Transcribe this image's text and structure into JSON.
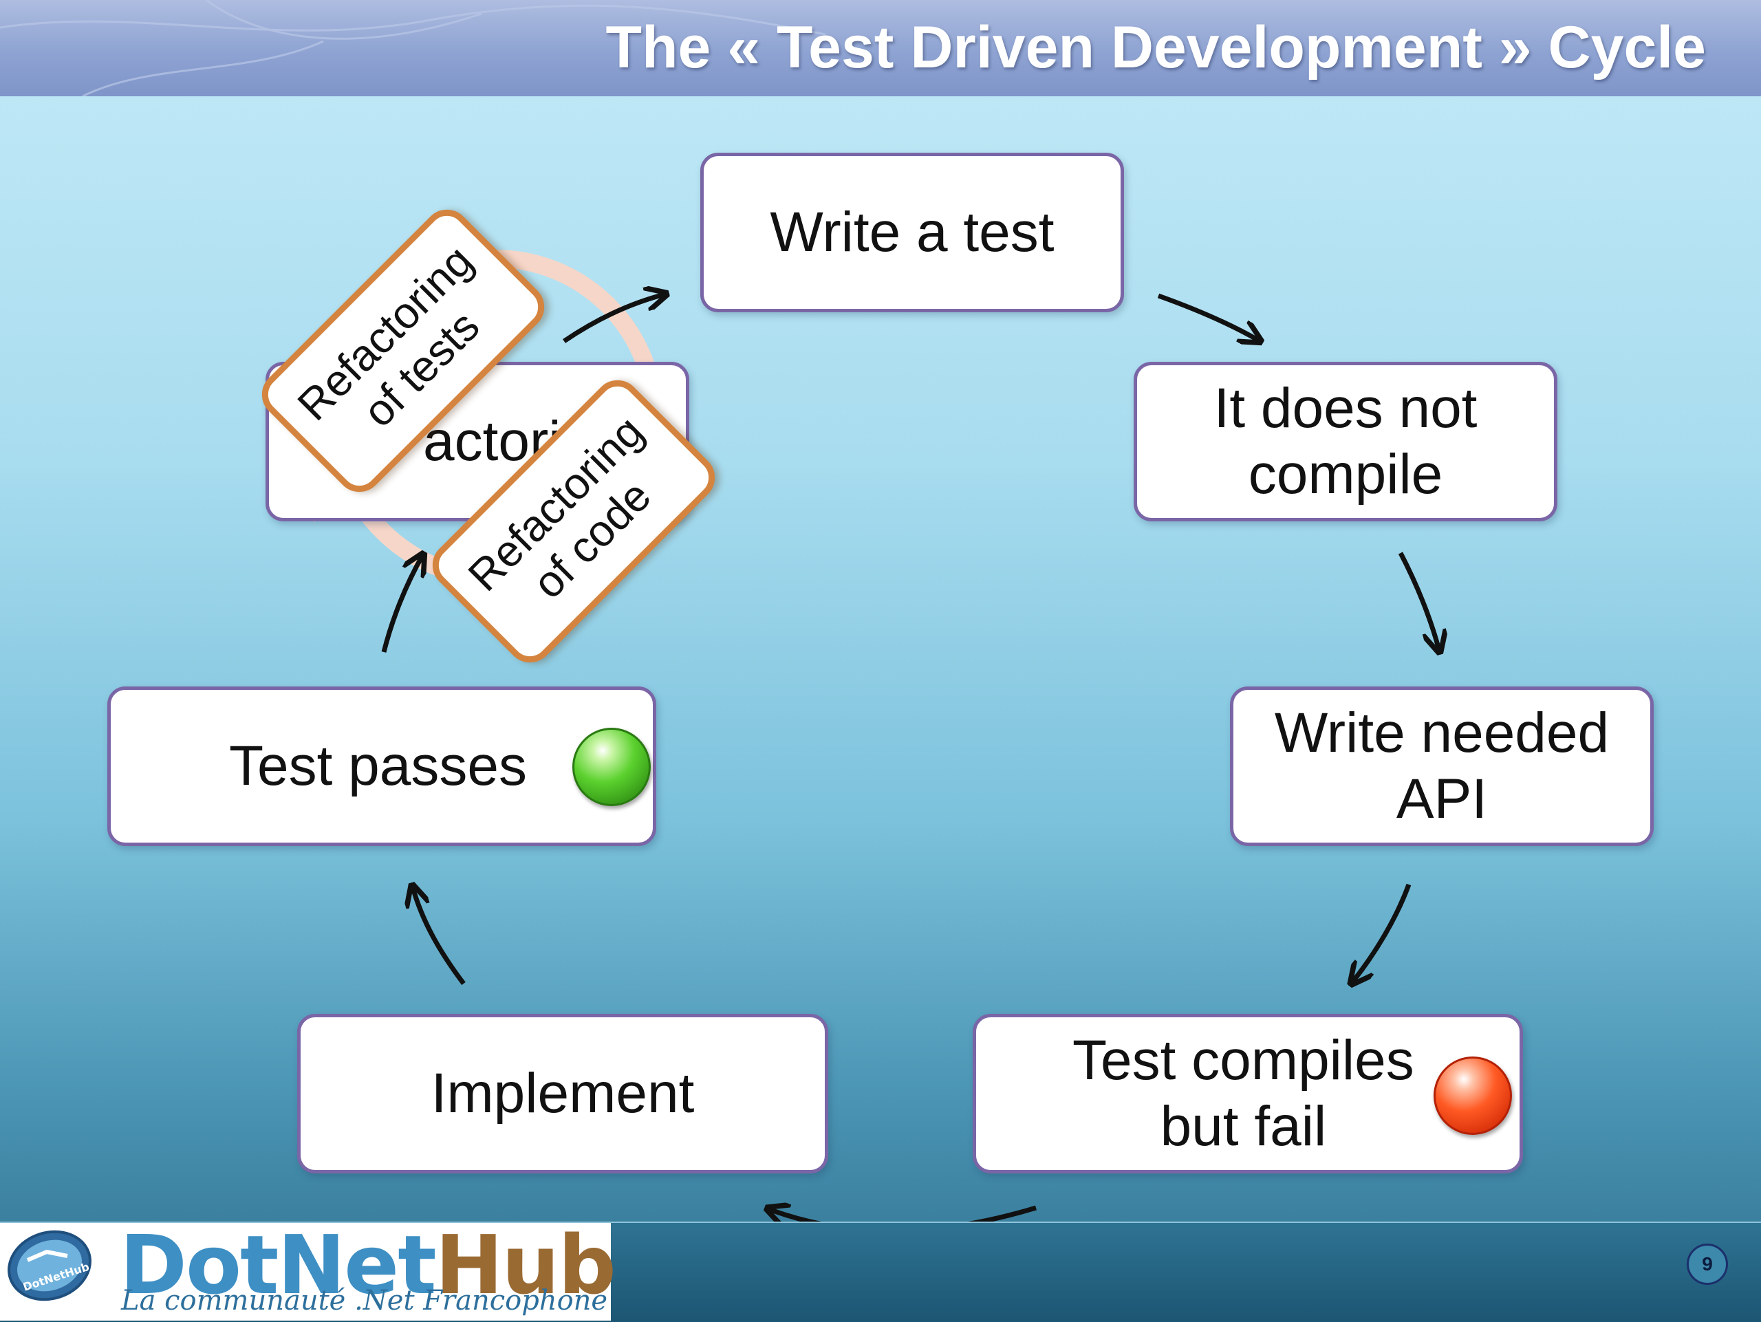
{
  "slide": {
    "title": "The « Test Driven Development » Cycle",
    "page_number": "9"
  },
  "cycle": {
    "write_test": "Write a test",
    "not_compile": "It does not\ncompile",
    "write_api": "Write needed\nAPI",
    "compiles_fail": "Test compiles\nbut fail",
    "implement": "Implement",
    "test_passes": "Test passes",
    "refactoring_partial": "actorir"
  },
  "refactor_cycle": {
    "tests": "Refactoring\nof tests",
    "code": "Refactoring\nof code"
  },
  "status": {
    "pass_color": "#4cc226",
    "fail_color": "#f0451a"
  },
  "brand": {
    "logo_part1": "DotNet",
    "logo_part2": "Hub",
    "tagline": "La communauté .Net Francophone",
    "icon_text": "DotNetHub",
    "dotnet_color": "#3d8fc4",
    "hub_color": "#9a6a33"
  },
  "icons": [
    "green-status-icon",
    "red-status-icon",
    "dotnethub-logo-icon"
  ]
}
